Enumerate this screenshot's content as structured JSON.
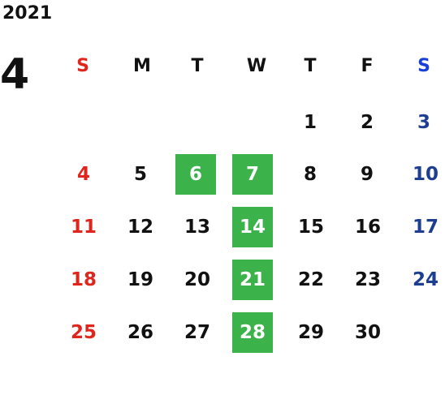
{
  "year": "2021",
  "month": "4",
  "weekdays": [
    "S",
    "M",
    "T",
    "W",
    "T",
    "F",
    "S"
  ],
  "weeks": [
    [
      "",
      "",
      "",
      "",
      "1",
      "2",
      "3"
    ],
    [
      "4",
      "5",
      "6",
      "7",
      "8",
      "9",
      "10"
    ],
    [
      "11",
      "12",
      "13",
      "14",
      "15",
      "16",
      "17"
    ],
    [
      "18",
      "19",
      "20",
      "21",
      "22",
      "23",
      "24"
    ],
    [
      "25",
      "26",
      "27",
      "28",
      "29",
      "30",
      ""
    ]
  ],
  "highlighted_days": [
    "6",
    "7",
    "14",
    "21",
    "28"
  ],
  "colors": {
    "sunday": "#e0251d",
    "saturday_header": "#1a3fd6",
    "saturday": "#1e3f8f",
    "highlight": "#3cb34a",
    "text": "#111111"
  }
}
